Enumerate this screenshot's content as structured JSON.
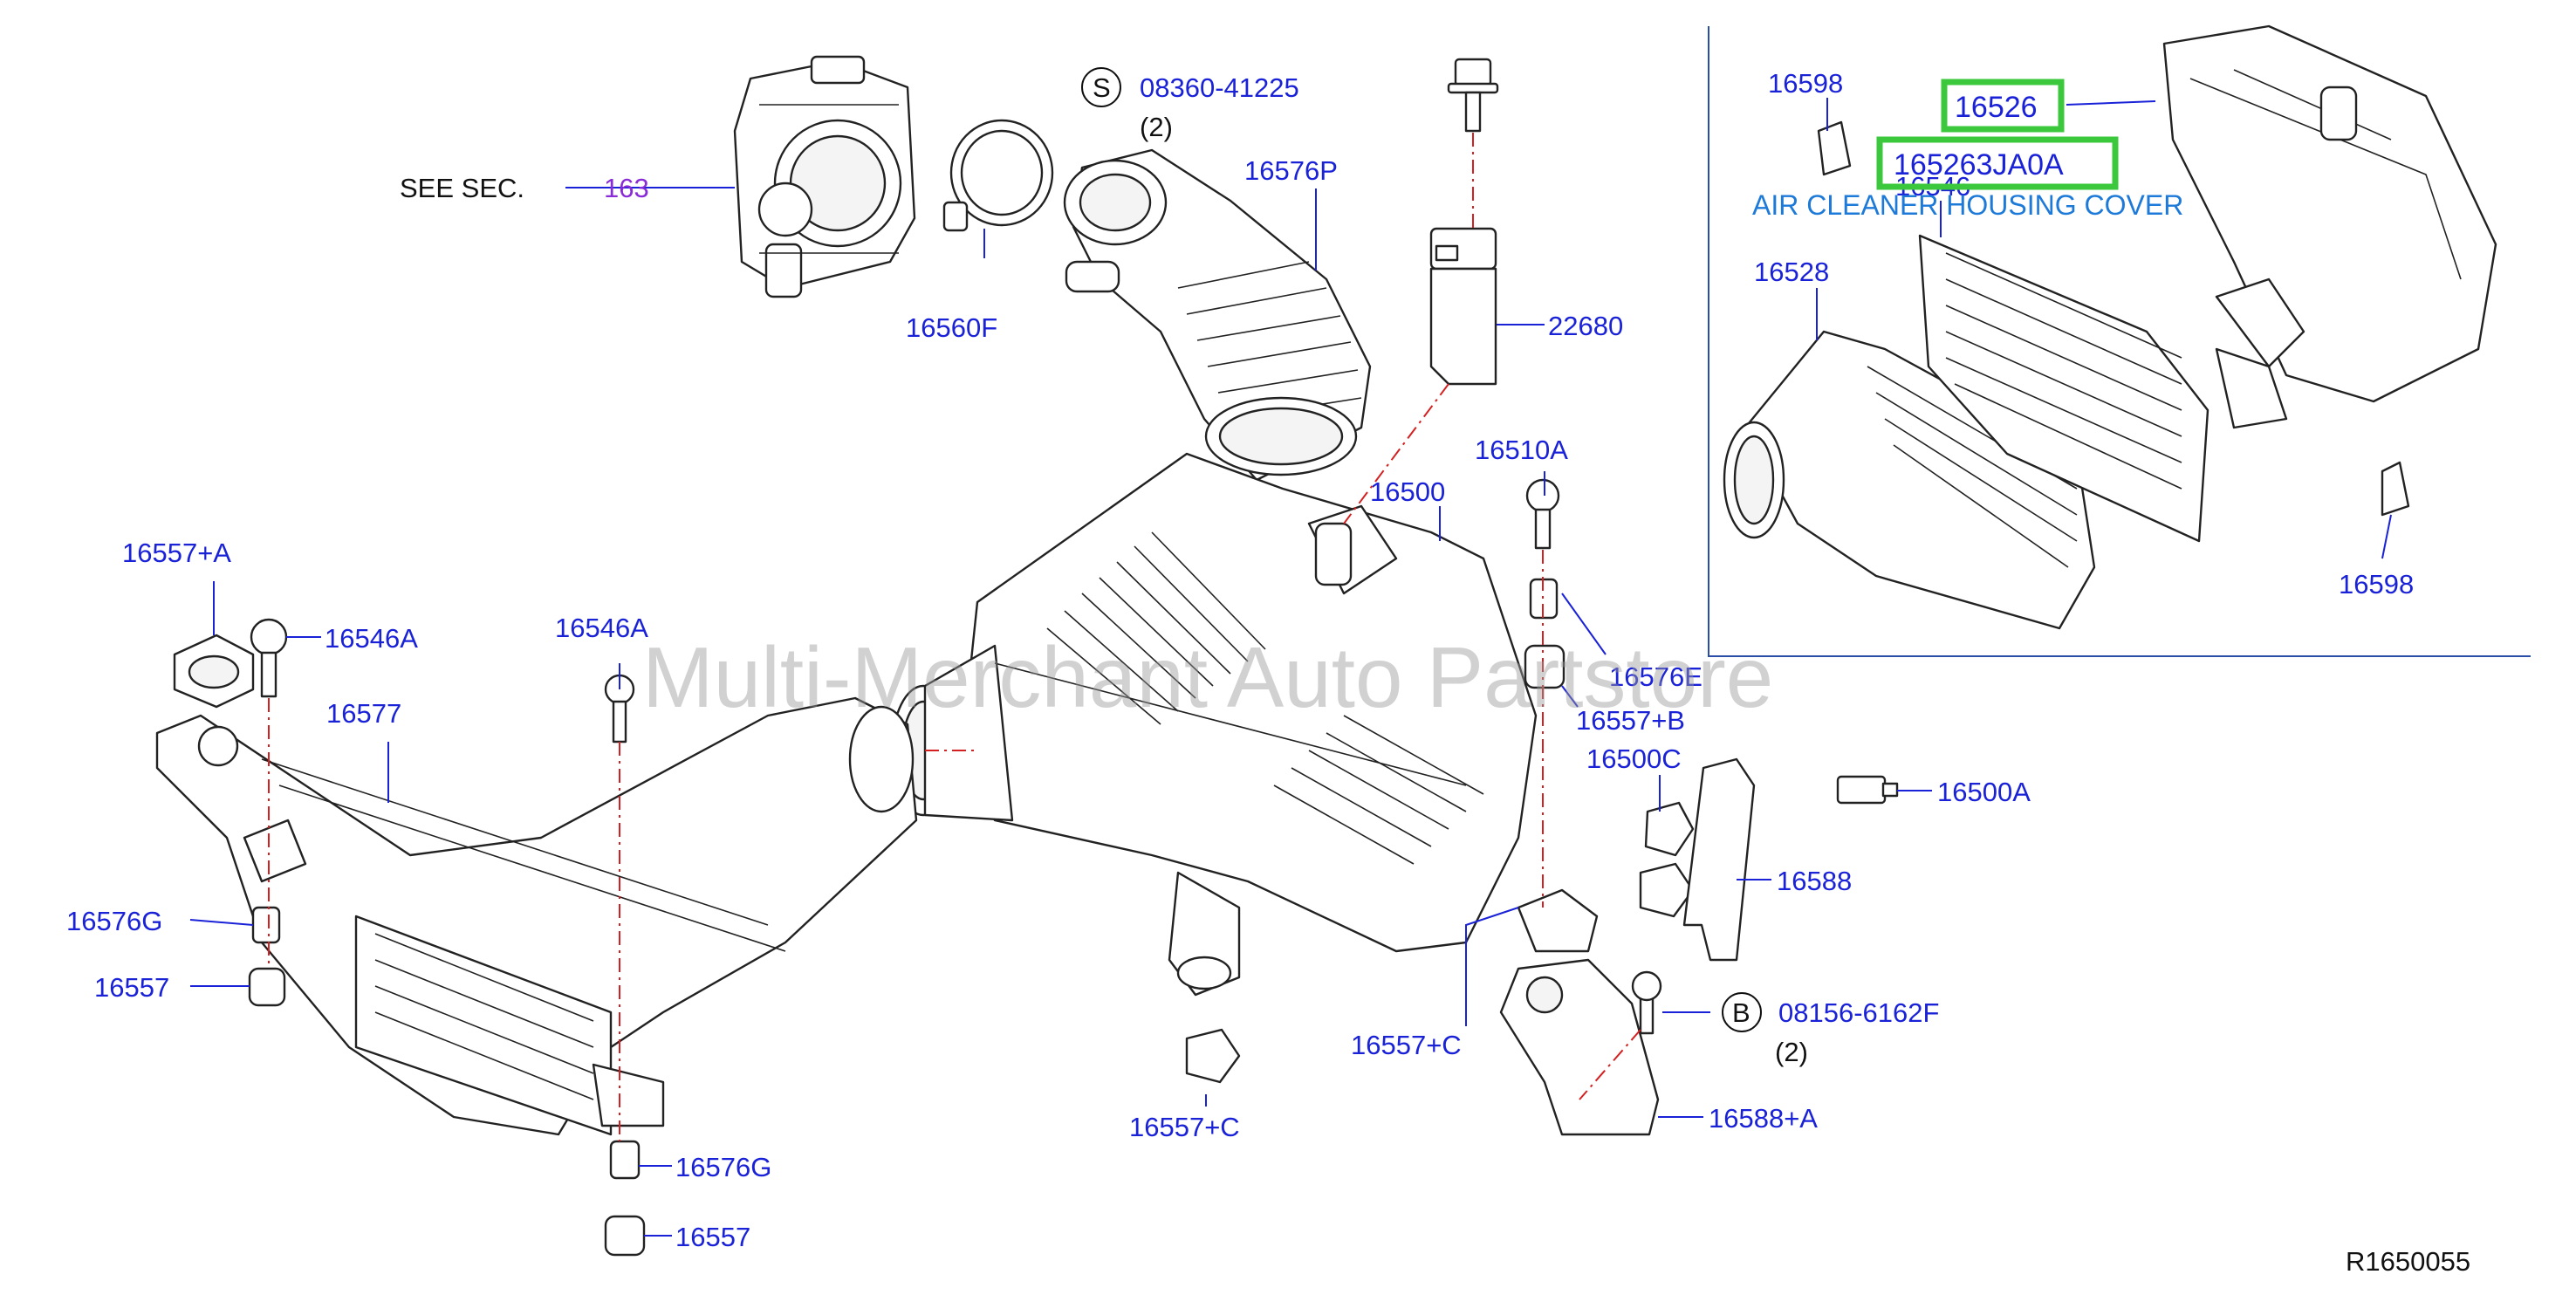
{
  "diagram_code": "R1650055",
  "watermark": "Multi-Merchant Auto Partstore",
  "see_section": {
    "text": "SEE   SEC.",
    "number": "163"
  },
  "caption": "AIR CLEANER HOUSING COVER",
  "highlighted": [
    "16526",
    "165263JA0A"
  ],
  "callouts": [
    {
      "id": "callout-s",
      "letter": "S",
      "part": "08360-41225",
      "qty": "(2)"
    },
    {
      "id": "callout-b",
      "letter": "B",
      "part": "08156-6162F",
      "qty": "(2)"
    }
  ],
  "labels": [
    "16576P",
    "16560F",
    "22680",
    "16510A",
    "16500",
    "16557+A",
    "16546A",
    "16546A",
    "16577",
    "16576E",
    "16557+B",
    "16500C",
    "16500A",
    "16588",
    "16576G",
    "16557",
    "16557+C",
    "16557+C",
    "16588+A",
    "16576G",
    "16557",
    "16598",
    "16528",
    "16546",
    "16598"
  ],
  "colors": {
    "label": "#1a22d8",
    "caption": "#1e7ad8",
    "highlight": "#3cc83c",
    "centerline": "#d42020",
    "section": "#8a2bd8"
  }
}
